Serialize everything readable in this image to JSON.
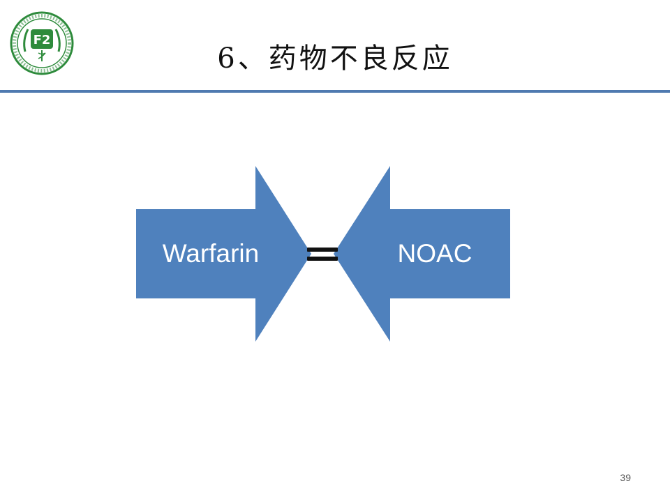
{
  "slide": {
    "title": "6、药物不良反应",
    "page_number": "39"
  },
  "diagram": {
    "left_arrow_label": "Warfarin",
    "right_arrow_label": "NOAC",
    "relation_symbol": "="
  },
  "colors": {
    "arrow_fill": "#4f81bd",
    "title_rule": "#4f7ab0",
    "logo_green": "#2e8b3c"
  },
  "icons": {
    "logo": "hospital-emblem-icon"
  }
}
